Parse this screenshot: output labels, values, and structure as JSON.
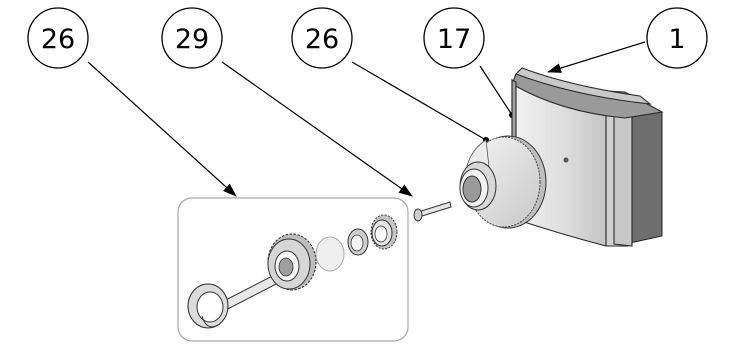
{
  "callouts": [
    {
      "id": "callout-26-left",
      "label": "26"
    },
    {
      "id": "callout-29",
      "label": "29"
    },
    {
      "id": "callout-26-center",
      "label": "26"
    },
    {
      "id": "callout-17",
      "label": "17"
    },
    {
      "id": "callout-1",
      "label": "1"
    }
  ],
  "colors": {
    "line": "#000000",
    "part_light": "#e6e6e6",
    "part_mid": "#b8b8b8",
    "part_dark": "#6e6e6e",
    "inset_border": "#a8a8a8"
  }
}
